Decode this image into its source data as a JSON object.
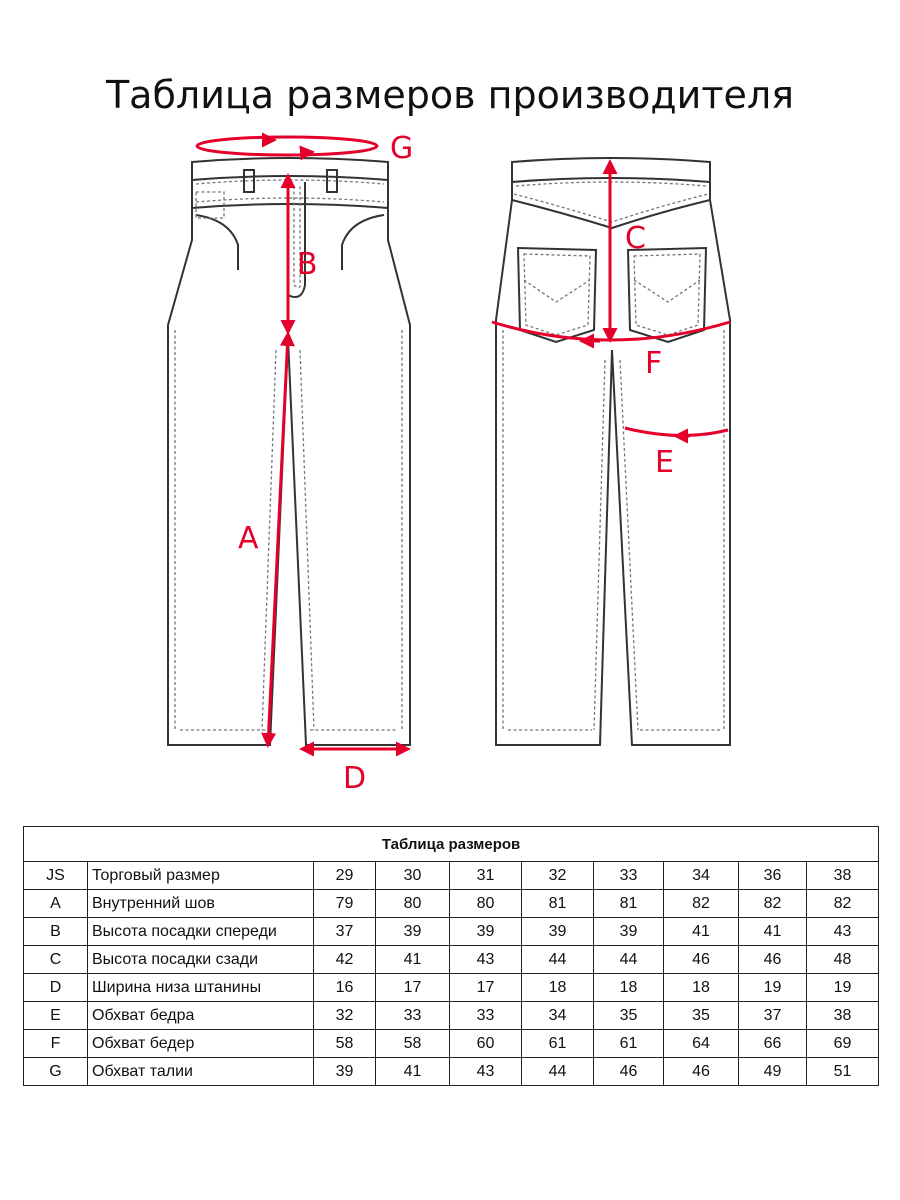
{
  "page": {
    "title": "Таблица размеров производителя"
  },
  "diagram": {
    "labels": {
      "a": "A",
      "b": "B",
      "c": "C",
      "d": "D",
      "e": "E",
      "f": "F",
      "g": "G"
    },
    "colors": {
      "measure": "#e4002b",
      "outline": "#333333"
    }
  },
  "table": {
    "caption": "Таблица размеров",
    "rows": [
      {
        "code": "JS",
        "name": "Торговый размер",
        "values": [
          "29",
          "30",
          "31",
          "32",
          "33",
          "34",
          "36",
          "38"
        ]
      },
      {
        "code": "A",
        "name": "Внутренний шов",
        "values": [
          "79",
          "80",
          "80",
          "81",
          "81",
          "82",
          "82",
          "82"
        ]
      },
      {
        "code": "B",
        "name": "Высота посадки спереди",
        "values": [
          "37",
          "39",
          "39",
          "39",
          "39",
          "41",
          "41",
          "43"
        ]
      },
      {
        "code": "C",
        "name": "Высота посадки сзади",
        "values": [
          "42",
          "41",
          "43",
          "44",
          "44",
          "46",
          "46",
          "48"
        ]
      },
      {
        "code": "D",
        "name": "Ширина низа штанины",
        "values": [
          "16",
          "17",
          "17",
          "18",
          "18",
          "18",
          "19",
          "19"
        ]
      },
      {
        "code": "E",
        "name": "Обхват бедра",
        "values": [
          "32",
          "33",
          "33",
          "34",
          "35",
          "35",
          "37",
          "38"
        ]
      },
      {
        "code": "F",
        "name": "Обхват бедер",
        "values": [
          "58",
          "58",
          "60",
          "61",
          "61",
          "64",
          "66",
          "69"
        ]
      },
      {
        "code": "G",
        "name": "Обхват талии",
        "values": [
          "39",
          "41",
          "43",
          "44",
          "46",
          "46",
          "49",
          "51"
        ]
      }
    ]
  }
}
